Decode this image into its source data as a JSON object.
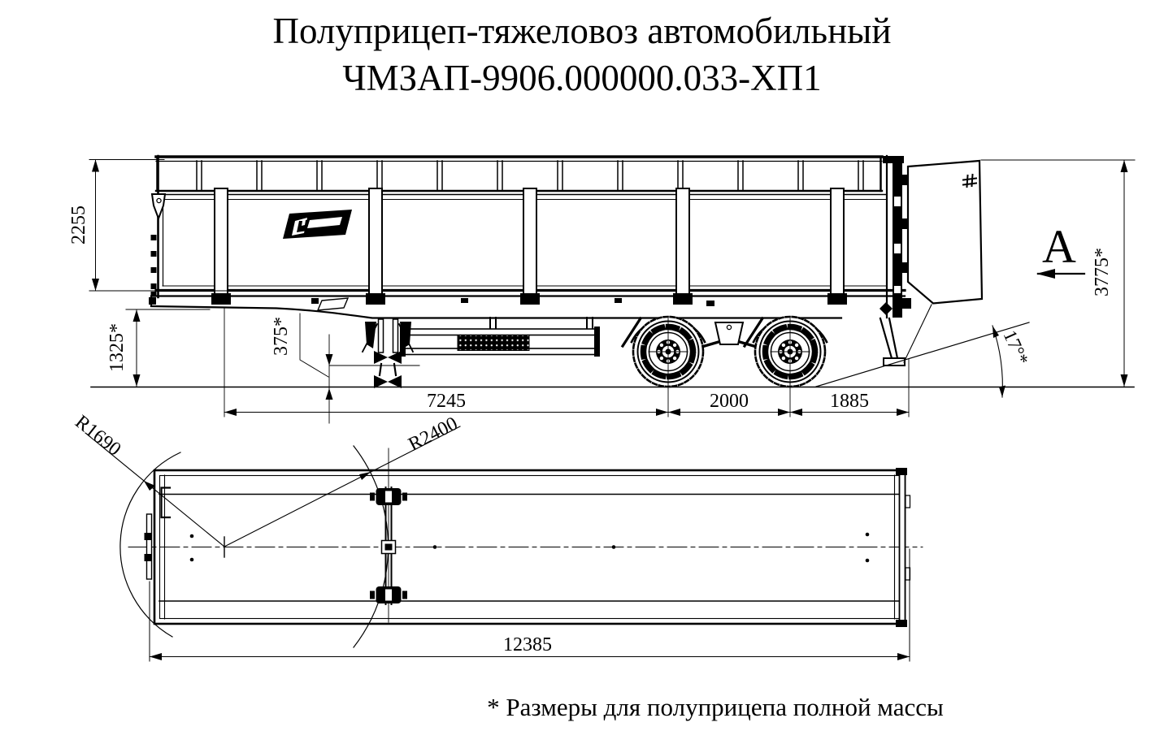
{
  "title": {
    "line1": "Полуприцеп-тяжеловоз автомобильный",
    "line2": "ЧМЗАП-9906.000000.033-ХП1"
  },
  "side_view": {
    "view_label": "А",
    "dims": {
      "body_height": "2255",
      "platform_height": "1325*",
      "fifth_wheel_drop": "375*",
      "kingpin_to_first_axle": "7245",
      "axle_spacing": "2000",
      "rear_overhang": "1885",
      "overall_height_sides_open": "3775*",
      "tailgate_open_angle": "17°*"
    }
  },
  "top_view": {
    "dims": {
      "front_swing_radius": "R1690",
      "rear_swing_radius": "R2400",
      "overall_length": "12385"
    }
  },
  "footnote": "* Размеры для полуприцепа полной массы"
}
